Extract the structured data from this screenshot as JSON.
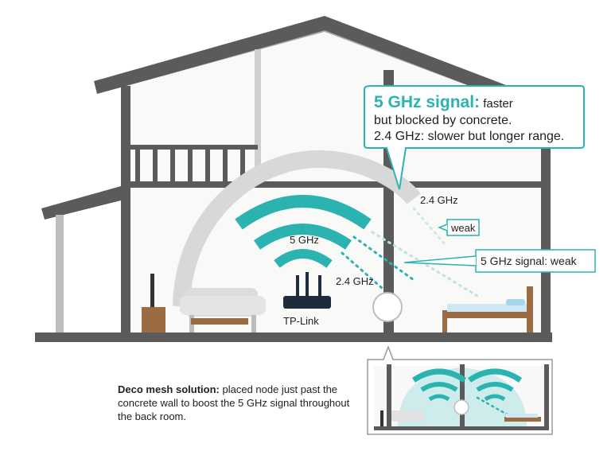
{
  "callout_main": {
    "highlight": "5 GHz signal:",
    "line1_rest": "faster",
    "line2": "but blocked by concrete.",
    "line3": "2.4 GHz: slower but longer range."
  },
  "labels": {
    "band_5ghz": "5 GHz",
    "band_24ghz_router": "2.4 GHz",
    "band_24ghz_far": "2.4 GHz",
    "weak": "weak",
    "signal_5ghz_weak": "5 GHz signal: weak",
    "router_brand": "TP-Link"
  },
  "note": {
    "bold": "Deco mesh solution:",
    "text": "placed node just past the concrete wall to boost the 5 GHz signal throughout the back room."
  },
  "colors": {
    "teal": "#2bb3b1",
    "wall": "#5b5b5b",
    "arc_gray": "#d8d8d8",
    "wood": "#9b6b43"
  }
}
